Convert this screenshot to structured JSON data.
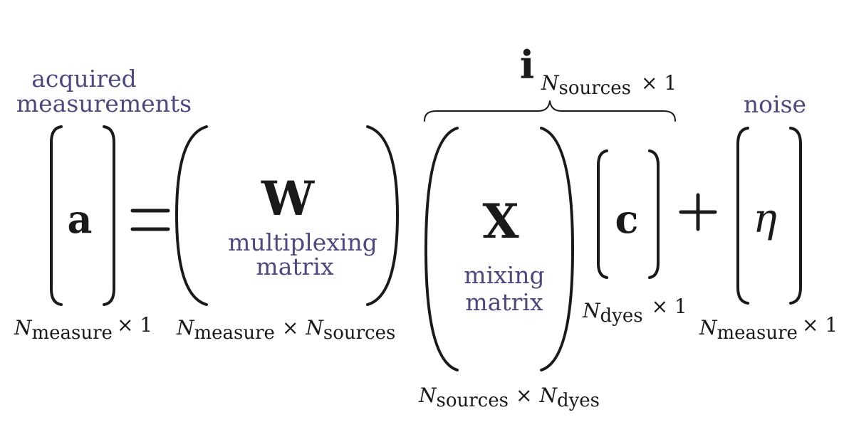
{
  "colors": {
    "ink": "#1a1a1a",
    "label": "#4b4882",
    "background": "#ffffff"
  },
  "equation": {
    "a": {
      "symbol": "a",
      "label_line1": "acquired",
      "label_line2": "measurements",
      "dim_n": "N",
      "dim_sub": "measure",
      "dim_times": "× 1"
    },
    "equals": "=",
    "W": {
      "symbol": "W",
      "label_line1": "multiplexing",
      "label_line2": "matrix",
      "dim_n1": "N",
      "dim_sub1": "measure",
      "dim_times": "×",
      "dim_n2": "N",
      "dim_sub2": "sources"
    },
    "X": {
      "symbol": "X",
      "label_line1": "mixing",
      "label_line2": "matrix",
      "dim_n1": "N",
      "dim_sub1": "sources",
      "dim_times": "×",
      "dim_n2": "N",
      "dim_sub2": "dyes"
    },
    "c": {
      "symbol": "c",
      "dim_n": "N",
      "dim_sub": "dyes",
      "dim_times": "× 1"
    },
    "plus": "+",
    "eta": {
      "symbol": "η",
      "label": "noise",
      "dim_n": "N",
      "dim_sub": "measure",
      "dim_times": "× 1"
    },
    "i": {
      "symbol": "i",
      "dim_n": "N",
      "dim_sub": "sources",
      "dim_times": "× 1"
    }
  }
}
